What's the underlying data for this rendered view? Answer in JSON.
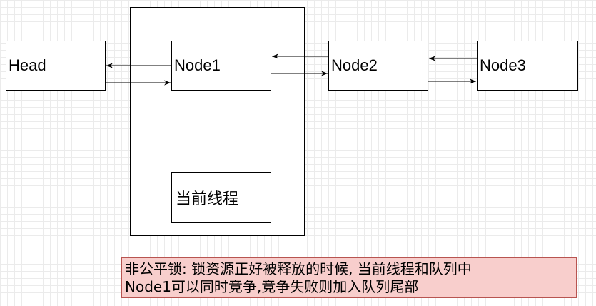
{
  "nodes": {
    "head": "Head",
    "node1": "Node1",
    "node2": "Node2",
    "node3": "Node3",
    "current_thread": "当前线程"
  },
  "note": {
    "text": "非公平锁: 锁资源正好被释放的时候, 当前线程和队列中\nNode1可以同时竞争,竞争失败则加入队列尾部"
  },
  "colors": {
    "note_fill": "#f8cecc",
    "note_border": "#b85450",
    "line": "#000000"
  }
}
